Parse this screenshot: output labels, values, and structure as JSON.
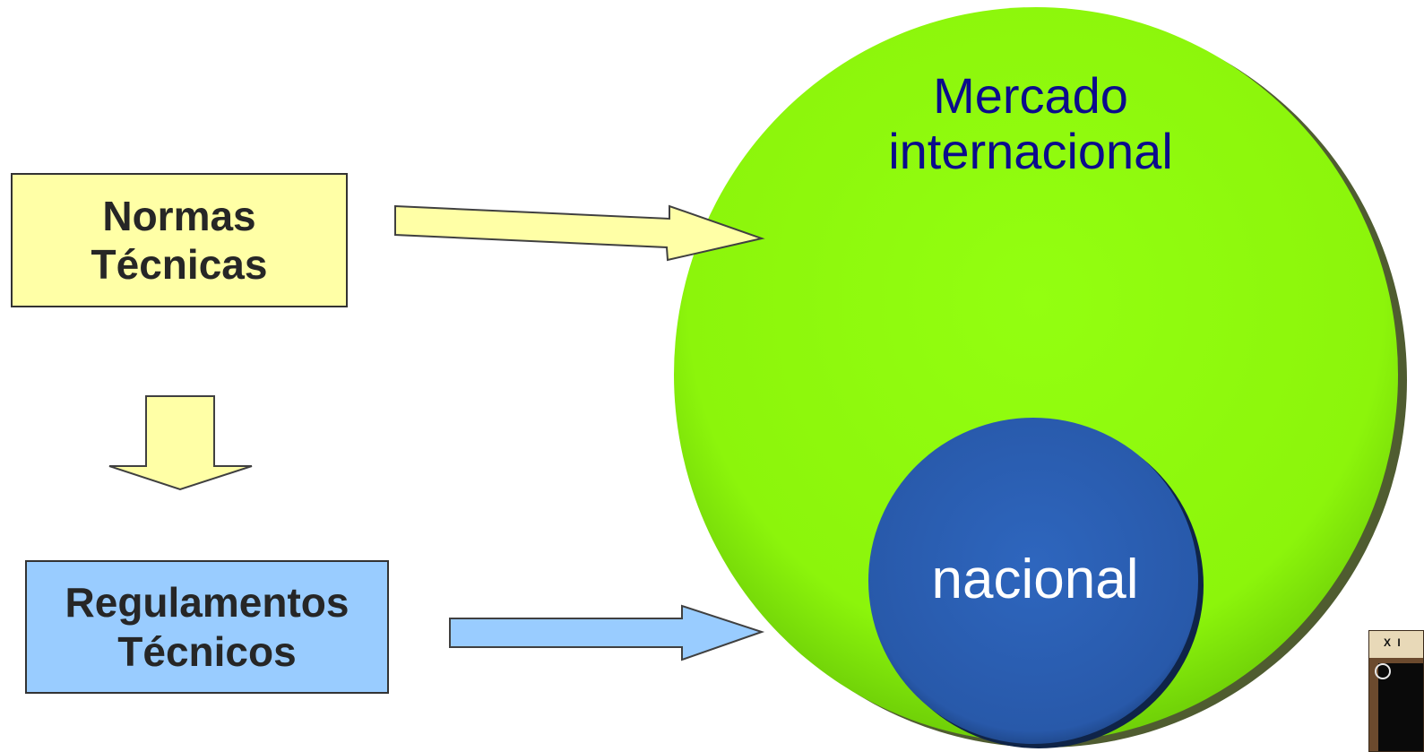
{
  "normas_box": {
    "line1": "Normas",
    "line2": "Técnicas"
  },
  "regulamentos_box": {
    "line1": "Regulamentos",
    "line2": "Técnicos"
  },
  "mercado_internacional": {
    "line1": "Mercado",
    "line2": "internacional"
  },
  "mercado_nacional": {
    "label": "nacional"
  },
  "logo": {
    "text": "X I"
  },
  "colors": {
    "normas_fill": "#FFFFA6",
    "regulamentos_fill": "#99CCFF",
    "international_circle": "#8EF90C",
    "national_circle": "#2A5DB0",
    "international_text": "#0B0B8C"
  }
}
